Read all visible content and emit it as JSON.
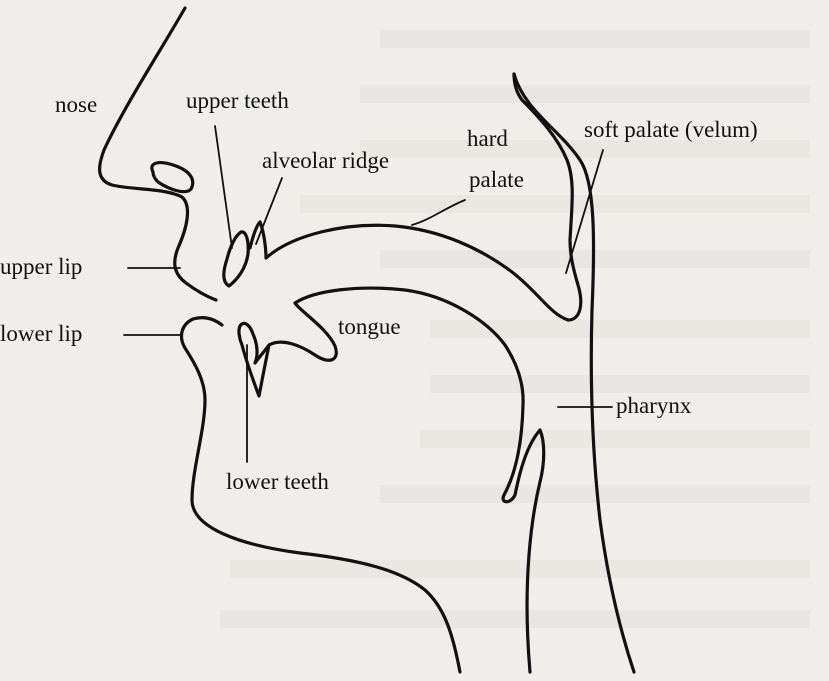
{
  "labels": {
    "nose": "nose",
    "upper_teeth": "upper teeth",
    "alveolar_ridge": "alveolar ridge",
    "hard_palate_1": "hard",
    "hard_palate_2": "palate",
    "soft_palate": "soft palate (velum)",
    "upper_lip": "upper lip",
    "lower_lip": "lower lip",
    "tongue": "tongue",
    "pharynx": "pharynx",
    "lower_teeth": "lower teeth"
  },
  "colors": {
    "ink": "#111111",
    "paper": "#efeeea"
  }
}
